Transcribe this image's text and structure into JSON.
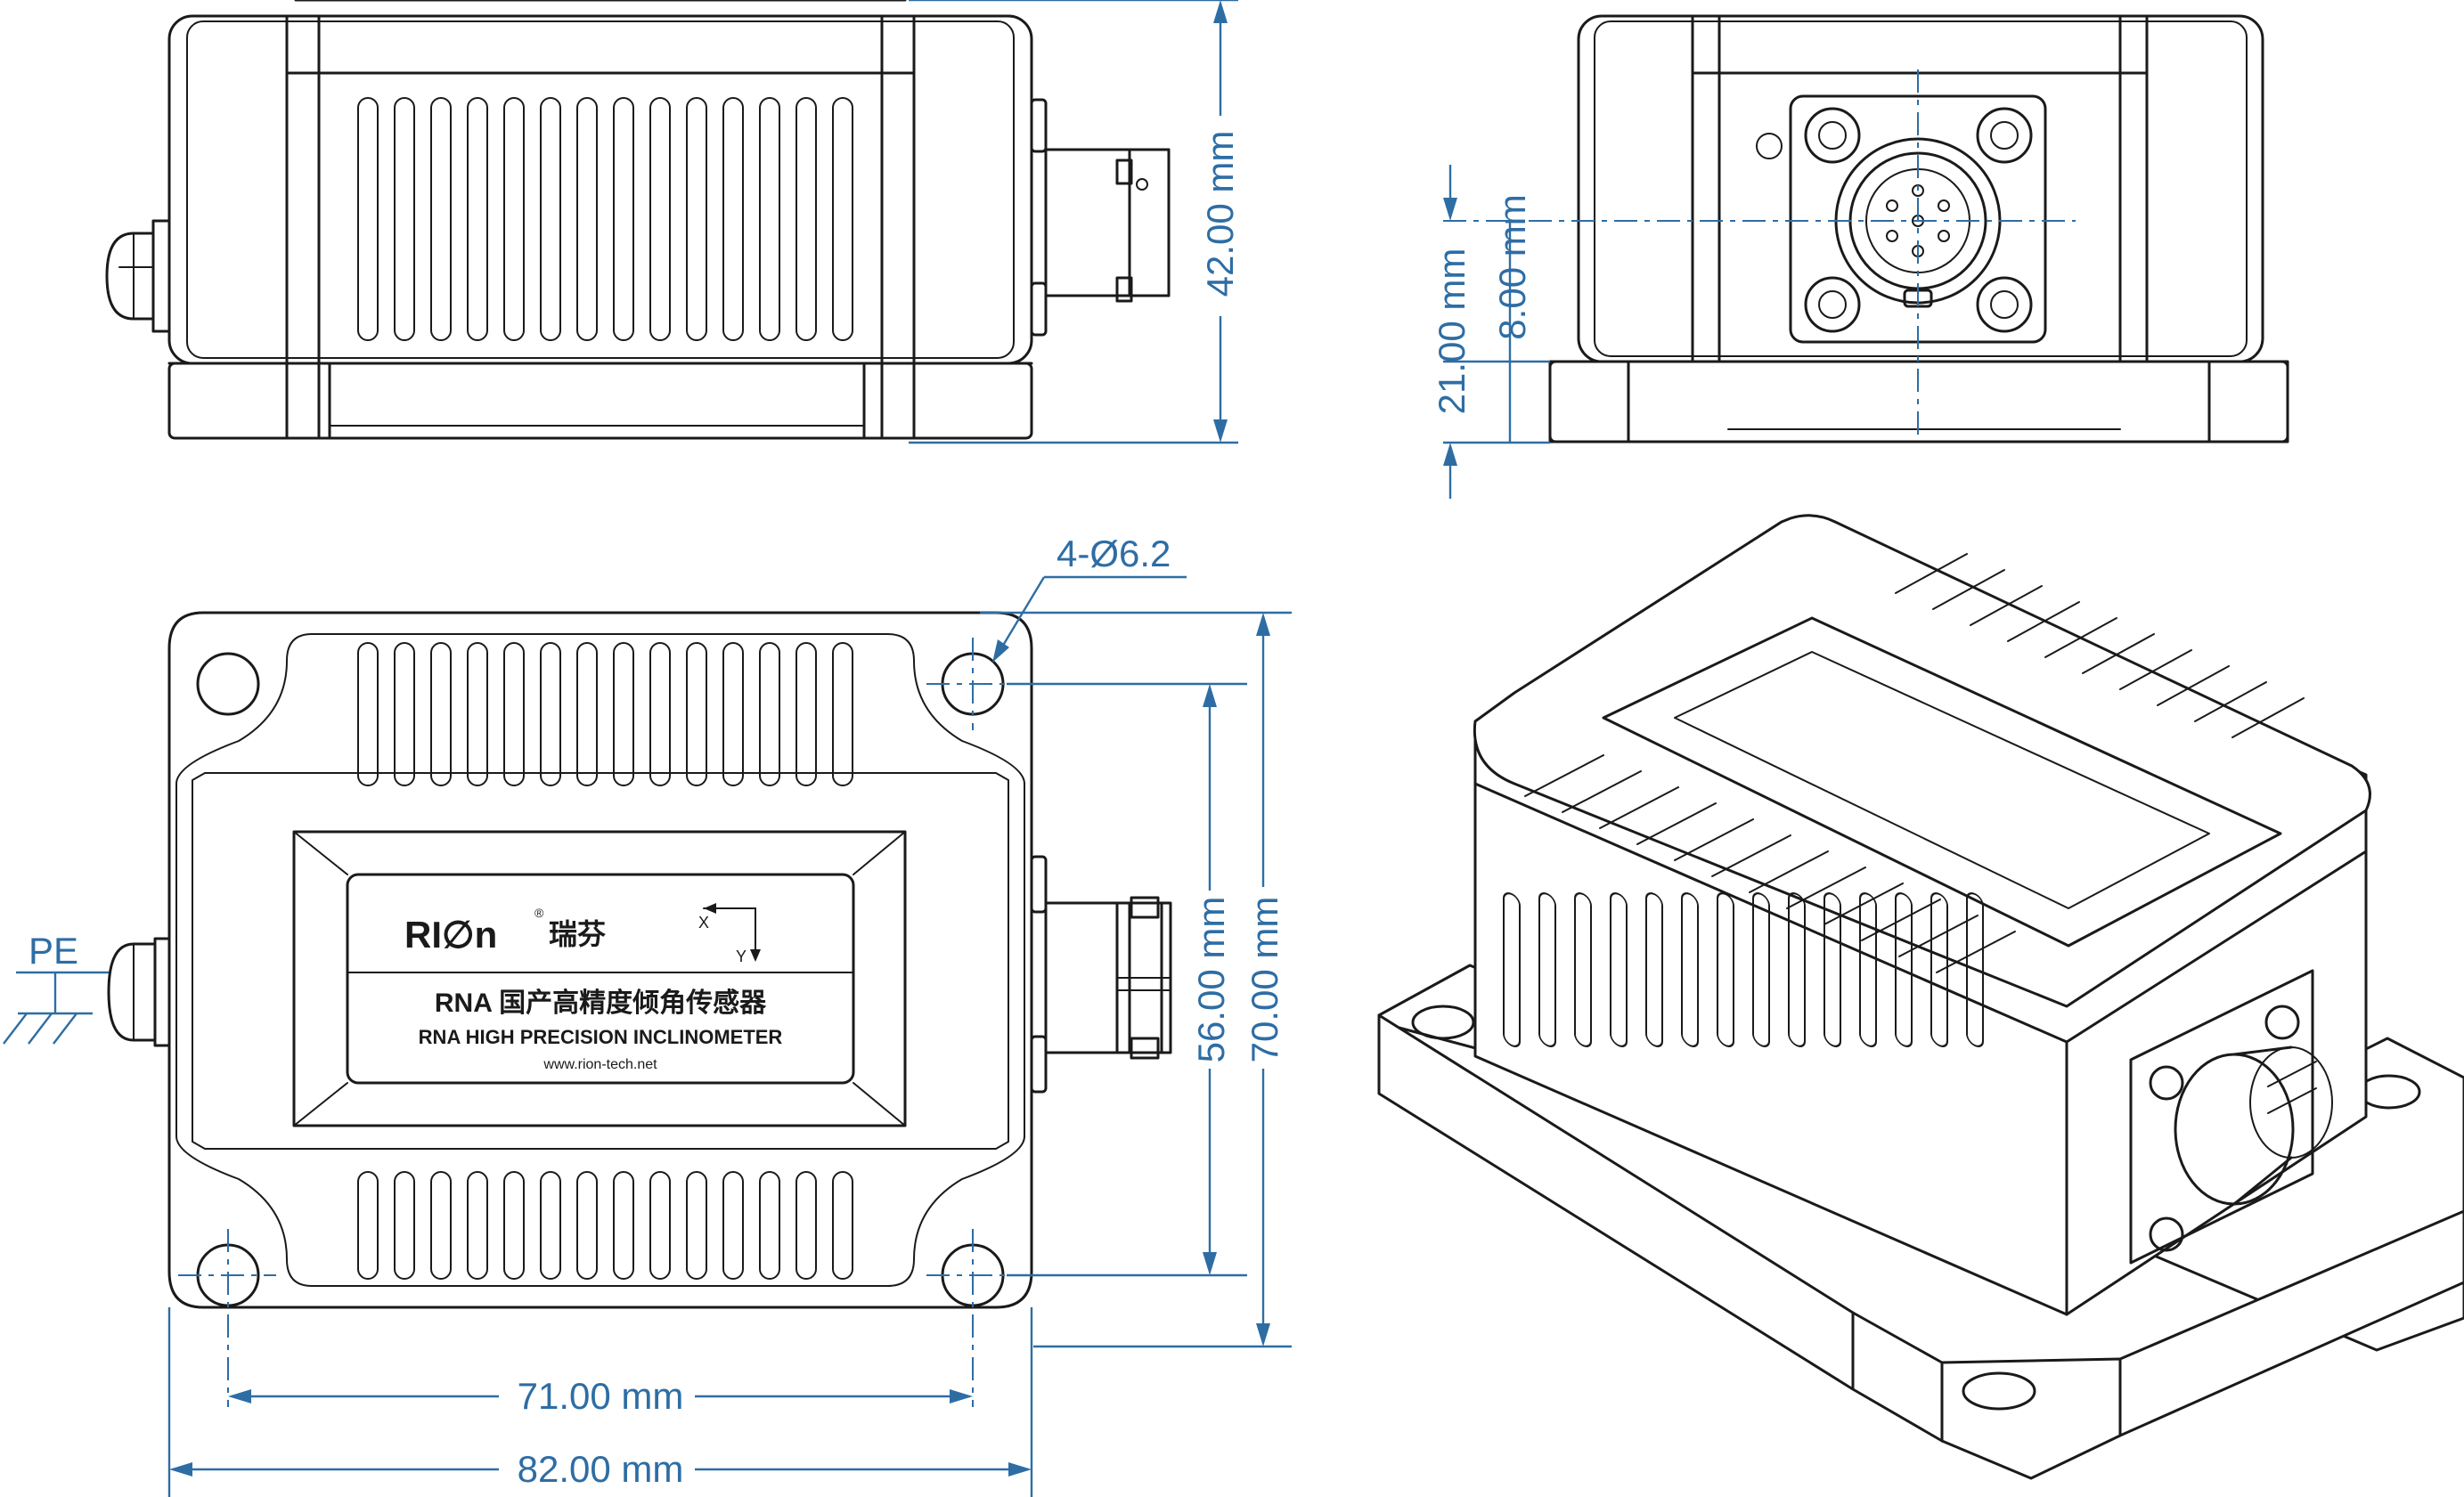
{
  "brand": {
    "logo": "RI∅n",
    "chinese_name": "瑞芬",
    "registered_mark": "®"
  },
  "label": {
    "title_cn": "RNA 国产高精度倾角传感器",
    "title_en": "RNA HIGH PRECISION  INCLINOMETER",
    "website": "www.rion-tech.net",
    "axis_x": "X",
    "axis_y": "Y"
  },
  "dimensions": {
    "height": "42.00 mm",
    "connector_offset": "8.00 mm",
    "connector_height": "21.00 mm",
    "hole_spacing_y": "56.00 mm",
    "overall_length_y": "70.00 mm",
    "hole_spacing_x": "71.00 mm",
    "overall_width_x": "82.00 mm",
    "holes": "4-Ø6.2"
  },
  "ground_label": "PE",
  "colors": {
    "dimension": "#2e6da4",
    "outline": "#1a1a1a",
    "background": "#ffffff"
  }
}
